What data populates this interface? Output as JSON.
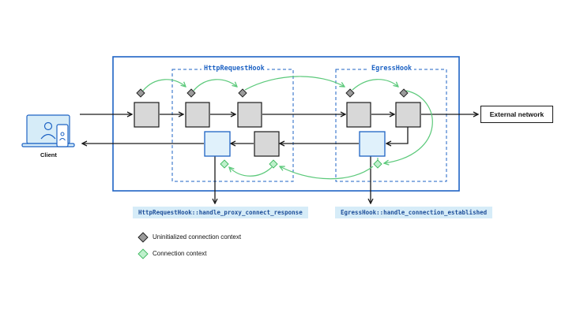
{
  "hooks": {
    "http": {
      "title": "HttpRequestHook",
      "callback": "HttpRequestHook::handle_proxy_connect_response"
    },
    "egress": {
      "title": "EgressHook",
      "callback": "EgressHook::handle_connection_established"
    }
  },
  "client": {
    "label": "Client"
  },
  "external": {
    "label": "External network"
  },
  "legend": [
    {
      "label": "Uninitialized connection context",
      "color": "#9b9b9b"
    },
    {
      "label": "Connection context",
      "color": "#8ee0a4"
    }
  ],
  "colors": {
    "outer_border": "#1e63c4",
    "hook_border": "#1e63c4",
    "green_arrow": "#5bc97a",
    "black_arrow": "#1a1a1a",
    "gray_box": "#d8d8d8",
    "blue_box": "#e0f1fb",
    "blue_box_border": "#1e63c4"
  }
}
